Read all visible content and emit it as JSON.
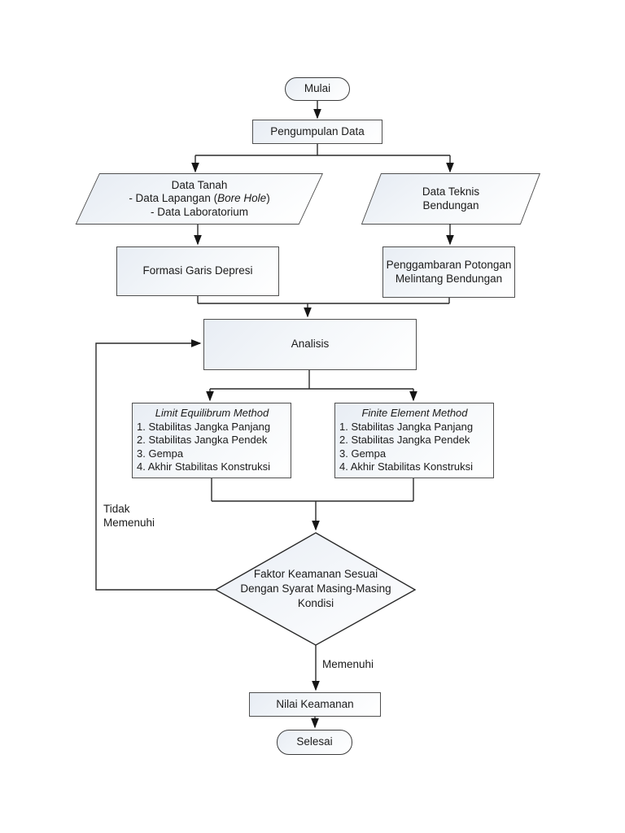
{
  "flowchart": {
    "start_label": "Mulai",
    "collect_label": "Pengumpulan Data",
    "data_tanah": {
      "line1": "Data Tanah",
      "line2a": "- Data Lapangan (",
      "line2b": "Bore Hole",
      "line2c": ")",
      "line3": "- Data Laboratorium"
    },
    "data_teknis": {
      "line1": "Data Teknis",
      "line2": "Bendungan"
    },
    "formasi_label": "Formasi Garis Depresi",
    "penggambaran": {
      "line1": "Penggambaran Potongan",
      "line2": "Melintang Bendungan"
    },
    "analisis_label": "Analisis",
    "lem": {
      "title": "Limit Equilibrum Method",
      "items": [
        "1. Stabilitas Jangka Panjang",
        "2. Stabilitas Jangka Pendek",
        "3. Gempa",
        "4. Akhir Stabilitas Konstruksi"
      ]
    },
    "fem": {
      "title": "Finite Element Method",
      "items": [
        "1. Stabilitas Jangka Panjang",
        "2. Stabilitas Jangka Pendek",
        "3. Gempa",
        "4. Akhir Stabilitas Konstruksi"
      ]
    },
    "decision": {
      "line1": "Faktor Keamanan Sesuai",
      "line2": "Dengan Syarat Masing-Masing",
      "line3": "Kondisi"
    },
    "no_label_line1": "Tidak",
    "no_label_line2": "Memenuhi",
    "yes_label": "Memenuhi",
    "nilai_label": "Nilai Keamanan",
    "end_label": "Selesai"
  },
  "colors": {
    "node_fill_top": "#e8edf4",
    "node_fill_bottom": "#ffffff",
    "node_border": "#4f4f4f",
    "line": "#2a2a2a",
    "text": "#1b1b1b",
    "background": "#ffffff"
  }
}
